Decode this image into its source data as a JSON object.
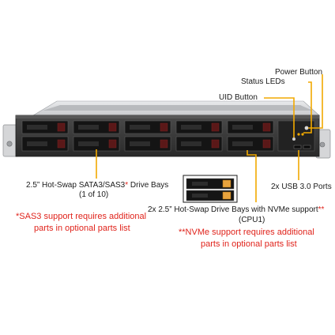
{
  "labels": {
    "power_button": "Power Button",
    "status_leds": "Status LEDs",
    "uid_button": "UID Button",
    "usb_ports": "2x USB 3.0 Ports",
    "drive_bays_line1_pre": "2.5” Hot-Swap SATA3/SAS3",
    "drive_bays_line1_star": "*",
    "drive_bays_line1_post": " Drive Bays",
    "drive_bays_line2": "(1 of 10)",
    "sas_note_line1": "*SAS3 support requires additional",
    "sas_note_line2": "parts in optional parts list",
    "nvme_bays_line1_pre": "2x 2.5” Hot-Swap Drive Bays with NVMe support",
    "nvme_bays_line1_star": "**",
    "nvme_bays_line2": "(CPU1)",
    "nvme_note_line1": "**NVMe support requires additional",
    "nvme_note_line2": "parts in optional parts list"
  },
  "colors": {
    "leader_line": "#f2a900",
    "chassis_dark": "#3a3a3a",
    "note_red": "#e0231b",
    "nvme_tab": "#e8a33d"
  }
}
